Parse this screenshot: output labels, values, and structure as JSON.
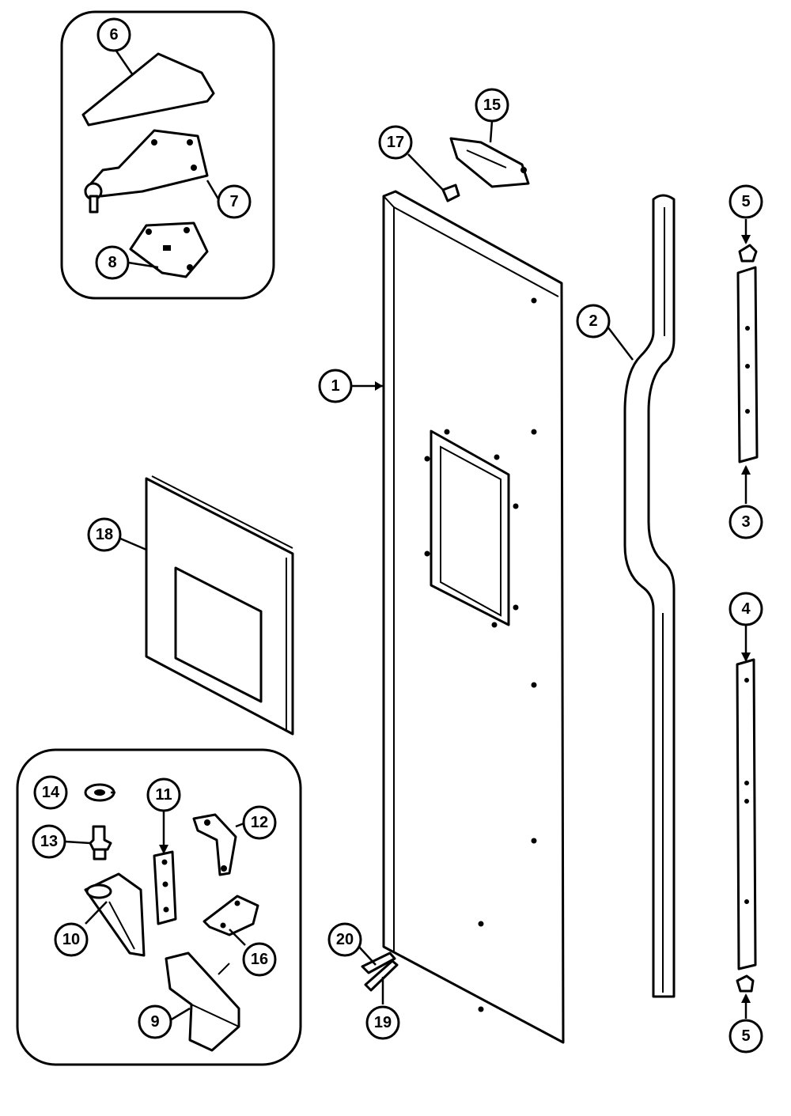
{
  "diagram": {
    "type": "exploded-parts-diagram",
    "callouts": [
      {
        "id": "c1",
        "label": "1"
      },
      {
        "id": "c2",
        "label": "2"
      },
      {
        "id": "c3",
        "label": "3"
      },
      {
        "id": "c4",
        "label": "4"
      },
      {
        "id": "c5a",
        "label": "5"
      },
      {
        "id": "c5b",
        "label": "5"
      },
      {
        "id": "c6",
        "label": "6"
      },
      {
        "id": "c7",
        "label": "7"
      },
      {
        "id": "c8",
        "label": "8"
      },
      {
        "id": "c9",
        "label": "9"
      },
      {
        "id": "c10",
        "label": "10"
      },
      {
        "id": "c11",
        "label": "11"
      },
      {
        "id": "c12",
        "label": "12"
      },
      {
        "id": "c13",
        "label": "13"
      },
      {
        "id": "c14",
        "label": "14"
      },
      {
        "id": "c15",
        "label": "15"
      },
      {
        "id": "c16",
        "label": "16"
      },
      {
        "id": "c17",
        "label": "17"
      },
      {
        "id": "c18",
        "label": "18"
      },
      {
        "id": "c19",
        "label": "19"
      },
      {
        "id": "c20",
        "label": "20"
      }
    ]
  }
}
